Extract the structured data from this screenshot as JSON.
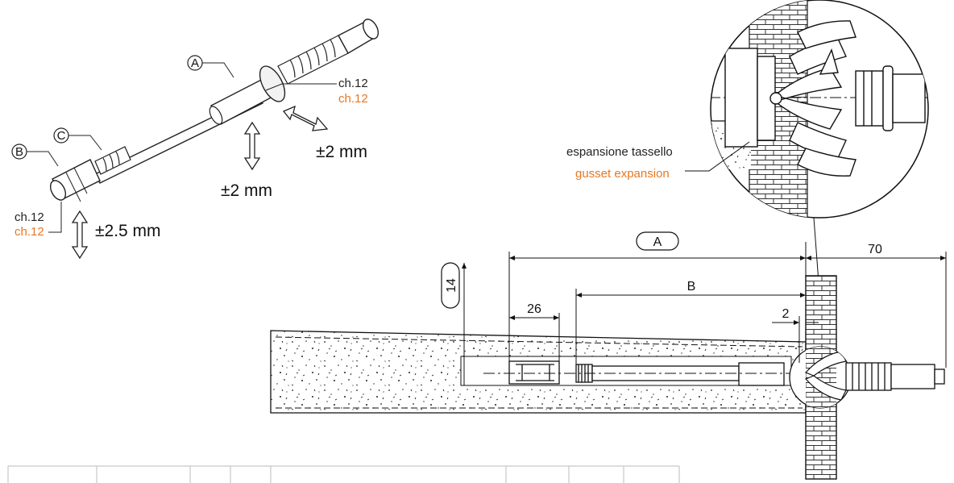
{
  "iso_view": {
    "callouts": {
      "a": "A",
      "b": "B",
      "c": "C"
    },
    "wrench_top": {
      "it": "ch.12",
      "en": "ch.12"
    },
    "wrench_bottom": {
      "it": "ch.12",
      "en": "ch.12"
    },
    "tolerances": {
      "lateral": "±2 mm",
      "vertical": "±2 mm",
      "tip": "±2.5 mm"
    }
  },
  "detail": {
    "label_it": "espansione tassello",
    "label_en": "gusset expansion"
  },
  "section": {
    "dim_a": "A",
    "dim_70": "70",
    "dim_b": "B",
    "dim_26": "26",
    "dim_2": "2",
    "dim_14": "14"
  },
  "colors": {
    "english_text": "#e87722",
    "line": "#111111"
  }
}
